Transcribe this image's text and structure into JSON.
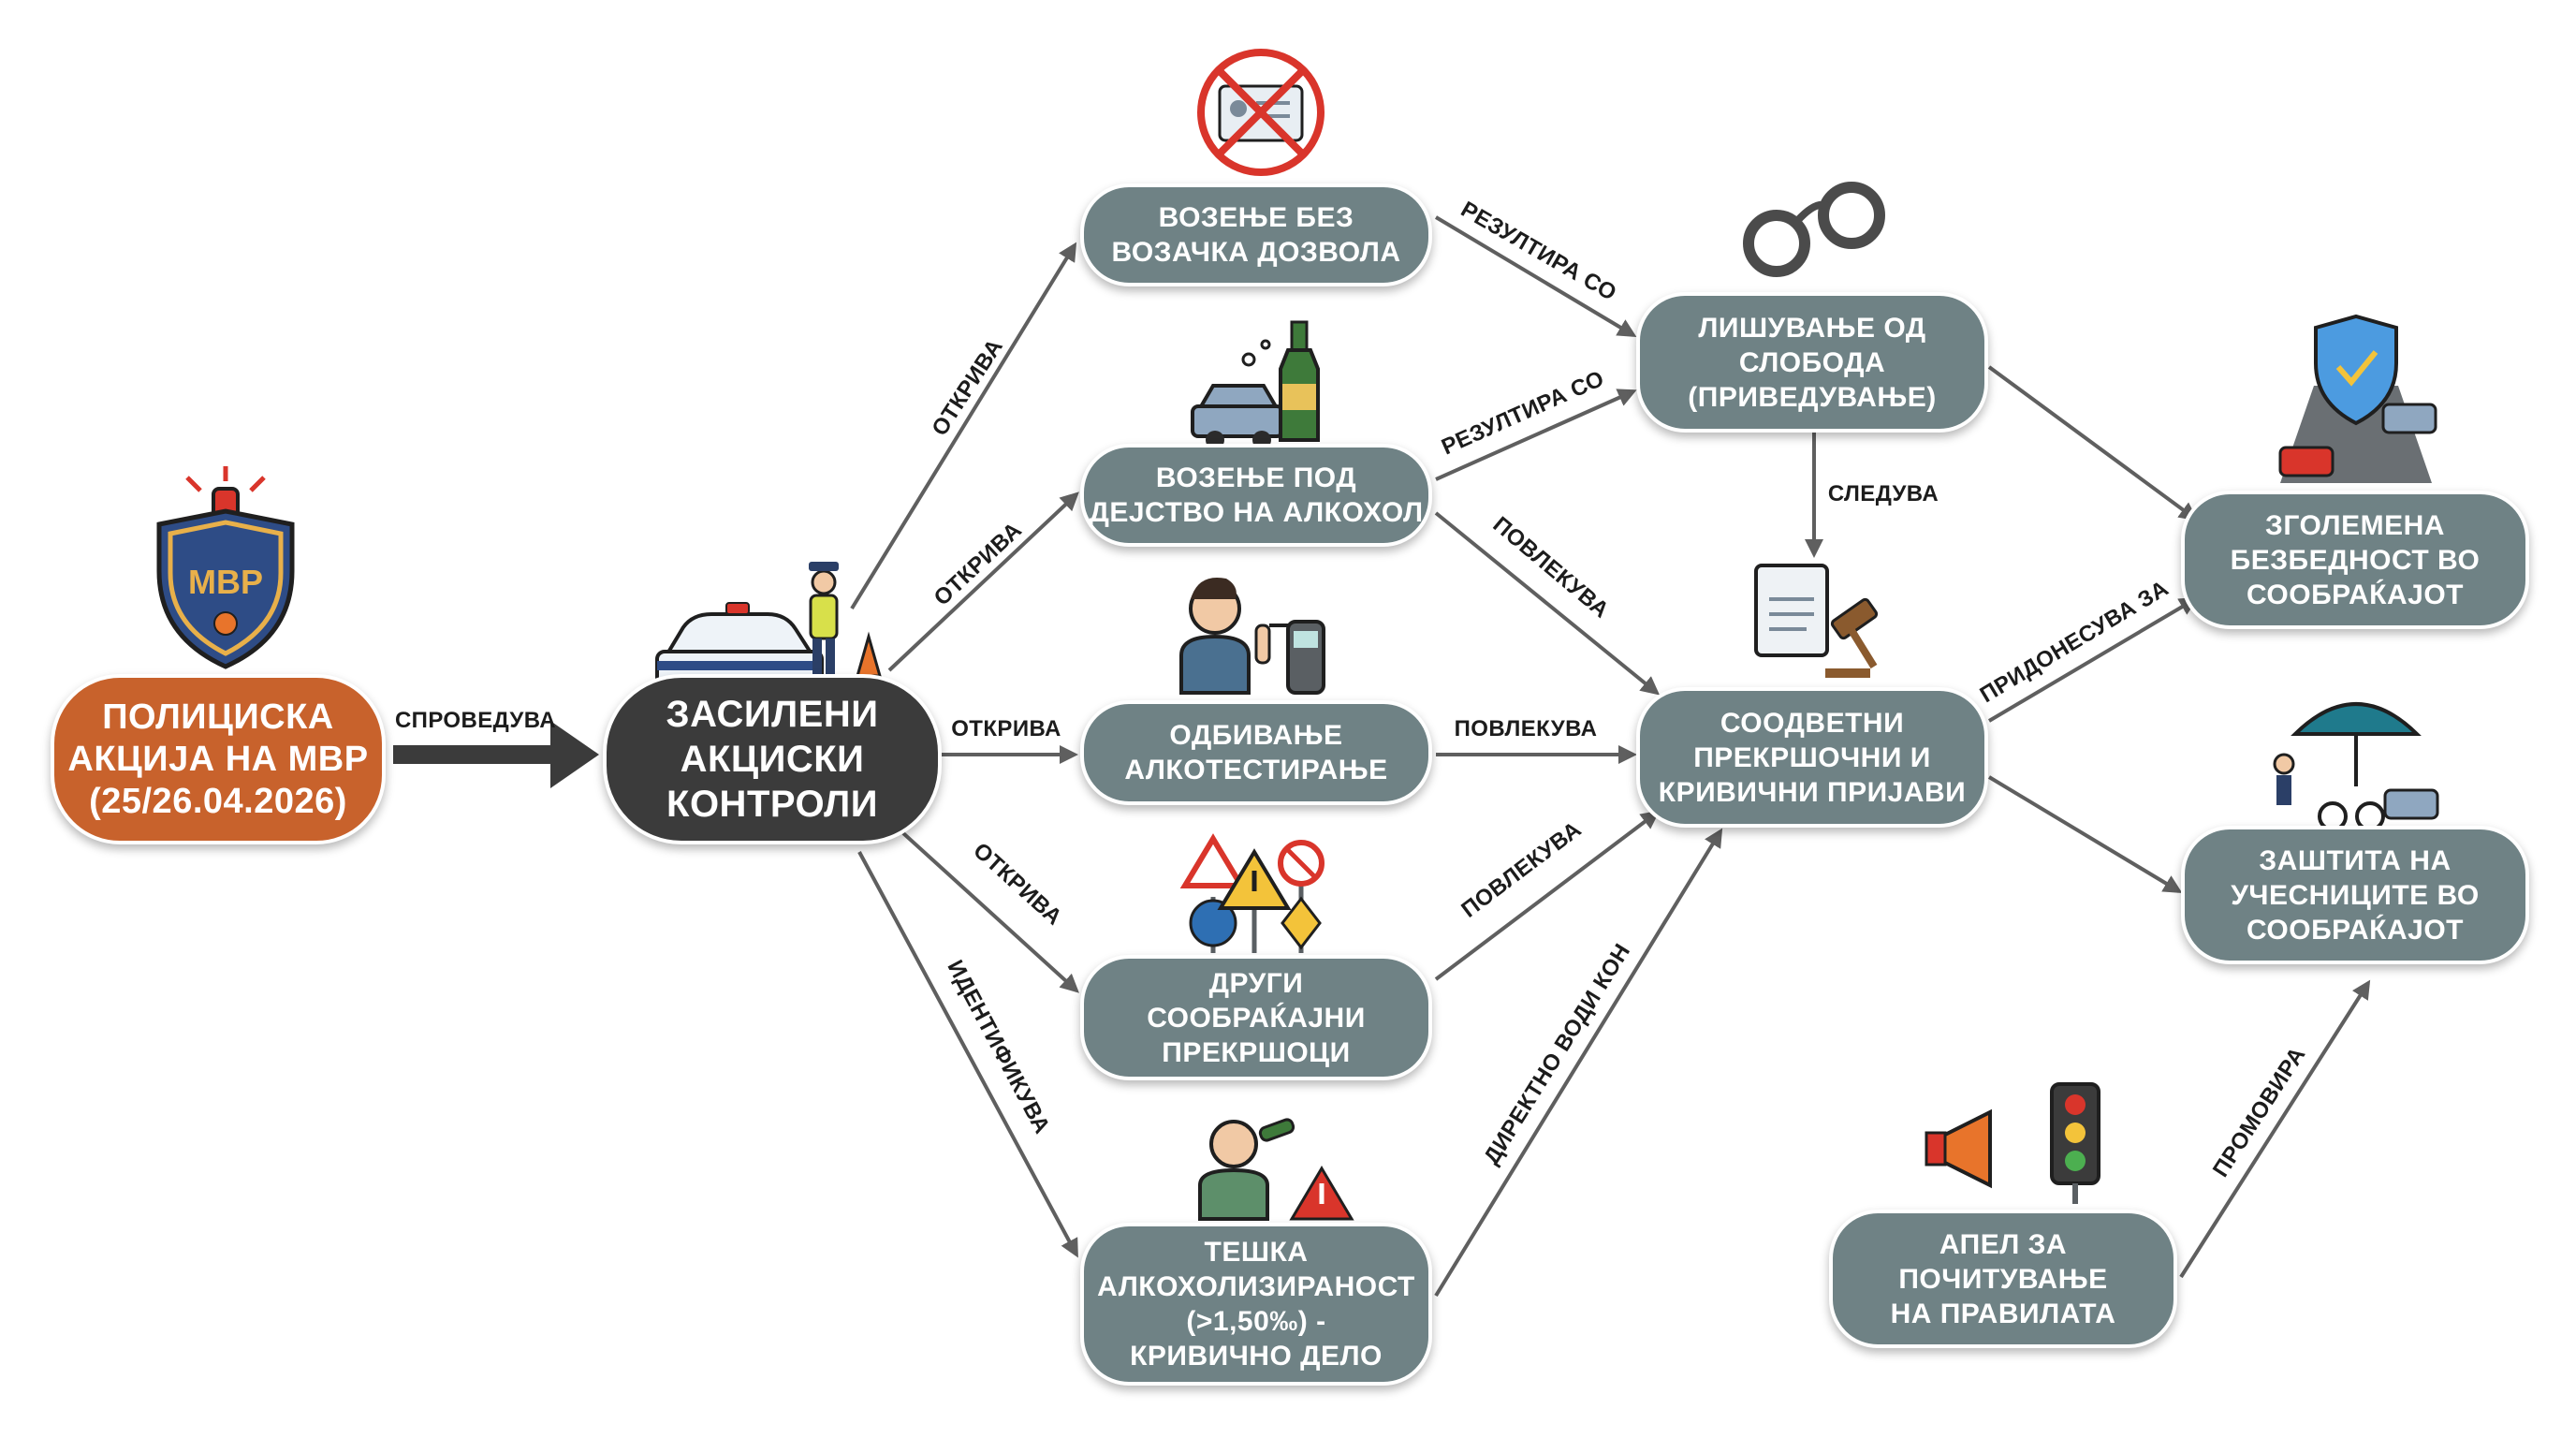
{
  "nodes": {
    "police_action": "ПОЛИЦИСКА\nАКЦИЈА НА МВР\n(25/26.04.2026)",
    "enhanced_controls": "ЗАСИЛЕНИ\nАКЦИСКИ\nКОНТРОЛИ",
    "no_license": "ВОЗЕЊЕ БЕЗ\nВОЗАЧКА ДОЗВОЛА",
    "alcohol_driving": "ВОЗЕЊЕ ПОД\nДЕЈСТВО НА АЛКОХОЛ",
    "refusal_test": "ОДБИВАЊЕ\nАЛКОТЕСТИРАЊЕ",
    "other_violations": "ДРУГИ\nСООБРАЌАЈНИ\nПРЕКРШОЦИ",
    "severe_intox": "ТЕШКА\nАЛКОХОЛИЗИРАНОСТ\n(>1,50‰) -\nКРИВИЧНО ДЕЛО",
    "detention": "ЛИШУВАЊЕ ОД\nСЛОБОДА\n(ПРИВЕДУВАЊЕ)",
    "charges": "СООДВЕТНИ\nПРЕКРШОЧНИ И\nКРИВИЧНИ ПРИЈАВИ",
    "safety": "ЗГОЛЕМЕНА\nБЕЗБЕДНОСТ ВО\nСООБРАЌАЈОТ",
    "protection": "ЗАШТИТА НА\nУЧЕСНИЦИТЕ ВО\nСООБРАЌАЈОТ",
    "appeal": "АПЕЛ ЗА\nПОЧИТУВАЊЕ\nНА ПРАВИЛАТА"
  },
  "edges": {
    "implements": "СПРОВЕДУВА",
    "detects_1": "ОТКРИВА",
    "detects_2": "ОТКРИВА",
    "detects_3": "ОТКРИВА",
    "detects_4": "ОТКРИВА",
    "identifies": "ИДЕНТИФИКУВА",
    "results_1": "РЕЗУЛТИРА СО",
    "results_2": "РЕЗУЛТИРА СО",
    "entails_1": "ПОВЛЕКУВА",
    "entails_2": "ПОВЛЕКУВА",
    "entails_3": "ПОВЛЕКУВА",
    "follows": "СЛЕДУВА",
    "leads_directly": "ДИРЕКТНО ВОДИ КОН",
    "contributes": "ПРИДОНЕСУВА ЗА",
    "promotes": "ПРОМОВИРА"
  },
  "logo_text": "МВР",
  "colors": {
    "orange": "#c8622c",
    "dark": "#3b3b3b",
    "grey": "#6f8285",
    "arrow": "#5f5f5f",
    "alert_red": "#d9352b",
    "shield_blue": "#2e4c86",
    "gold": "#e8b04a"
  },
  "icons": [
    "police-shield-icon",
    "police-car-officer-icon",
    "no-license-icon",
    "car-bottle-icon",
    "breathalyzer-icon",
    "road-signs-icon",
    "drunk-person-warning-icon",
    "handcuffs-icon",
    "legal-document-gavel-icon",
    "shield-road-icon",
    "umbrella-pedestrians-icon",
    "megaphone-traffic-light-icon"
  ]
}
